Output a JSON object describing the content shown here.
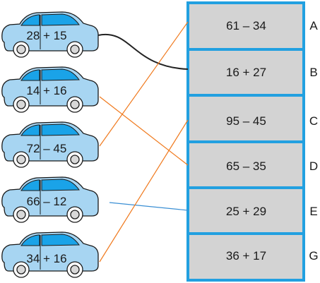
{
  "cars": [
    {
      "expr": "28 + 15"
    },
    {
      "expr": "14 + 16"
    },
    {
      "expr": "72 – 45"
    },
    {
      "expr": "66 – 12"
    },
    {
      "expr": "34 + 16"
    }
  ],
  "boxes": [
    {
      "expr": "61 – 34",
      "letter": "A"
    },
    {
      "expr": "16 + 27",
      "letter": "B"
    },
    {
      "expr": "95 – 45",
      "letter": "C"
    },
    {
      "expr": "65 – 35",
      "letter": "D"
    },
    {
      "expr": "25 + 29",
      "letter": "E"
    },
    {
      "expr": "36 + 17",
      "letter": "G"
    }
  ],
  "colors": {
    "car_body": "#a7d5f2",
    "car_window": "#1aa3e8",
    "car_outline": "#1a1a1a",
    "box_fill": "#d3d3d3",
    "box_border": "#22a0e0",
    "link_black": "#222222",
    "link_orange": "#f07a1e",
    "link_blue": "#3a8fd4"
  },
  "connections": [
    {
      "from": "28 + 15",
      "to": "16 + 27",
      "color": "black"
    },
    {
      "from": "14 + 16",
      "to": "65 – 35",
      "color": "orange"
    },
    {
      "from": "72 – 45",
      "to": "61 – 34",
      "color": "orange"
    },
    {
      "from": "66 – 12",
      "to": "25 + 29",
      "color": "blue"
    },
    {
      "from": "34 + 16",
      "to": "95 – 45",
      "color": "orange"
    }
  ]
}
